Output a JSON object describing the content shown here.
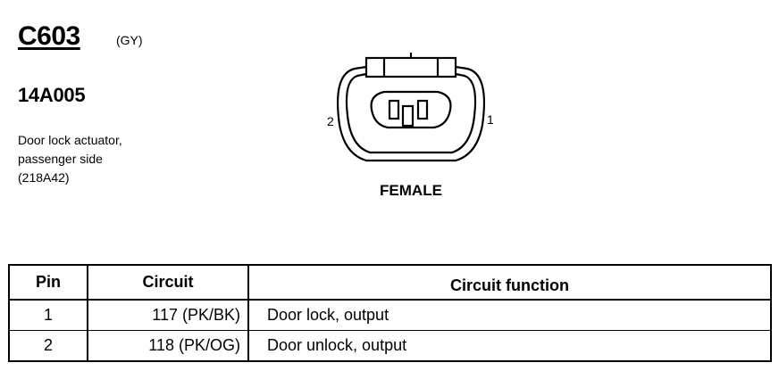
{
  "connector": {
    "id": "C603",
    "color": "(GY)",
    "part_number": "14A005",
    "description": [
      "Door lock actuator,",
      "passenger side",
      "(218A42)"
    ],
    "pin_labels": {
      "left": "2",
      "right": "1"
    },
    "gender": "FEMALE"
  },
  "table": {
    "headers": {
      "pin": "Pin",
      "circuit": "Circuit",
      "function": "Circuit function"
    },
    "rows": [
      {
        "pin": "1",
        "circuit": "117 (PK/BK)",
        "function": "Door lock, output"
      },
      {
        "pin": "2",
        "circuit": "118 (PK/OG)",
        "function": "Door unlock, output"
      }
    ]
  }
}
